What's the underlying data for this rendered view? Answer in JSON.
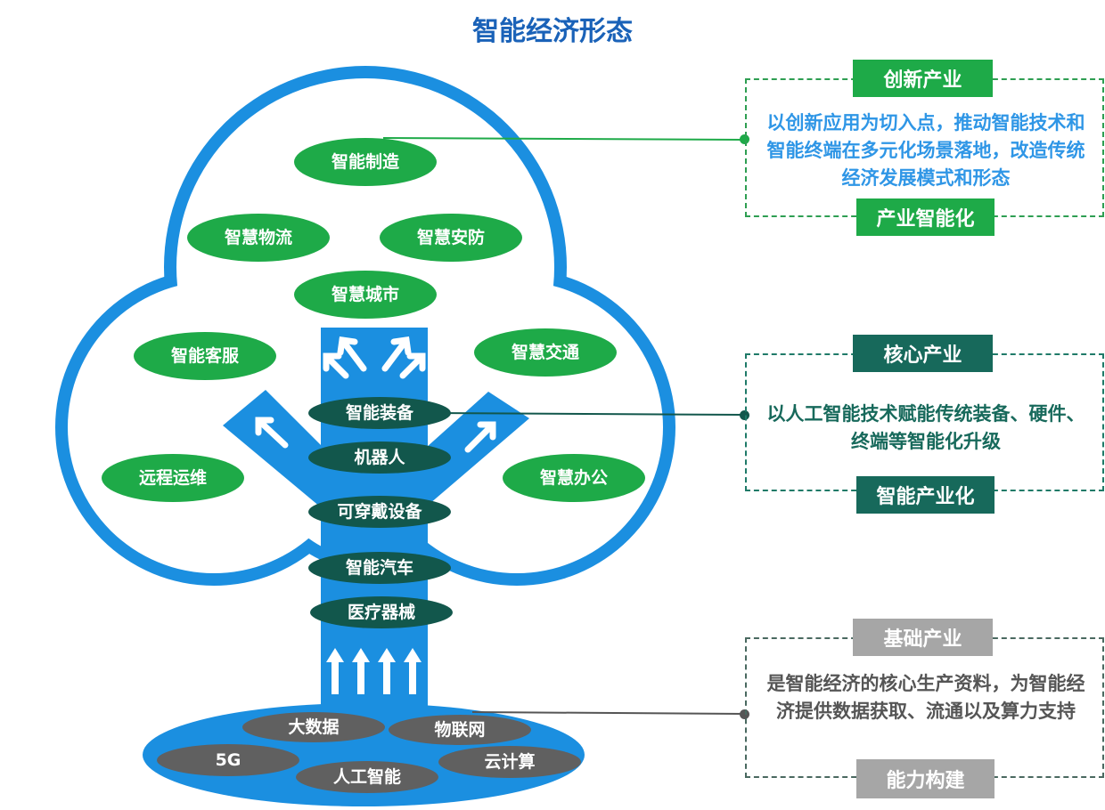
{
  "title": "智能经济形态",
  "colors": {
    "tree_blue": "#1b8fe0",
    "green": "#1eaa48",
    "teal": "#12574c",
    "gray": "#606060",
    "panel_text_blue": "#2f96e6",
    "panel_text_teal": "#17695b",
    "panel_text_gray": "#555555"
  },
  "leaves": [
    "智能制造",
    "智慧物流",
    "智慧安防",
    "智慧城市",
    "智能客服",
    "智慧交通",
    "远程运维",
    "智慧办公"
  ],
  "trunk": [
    "智能装备",
    "机器人",
    "可穿戴设备",
    "智能汽车",
    "医疗器械"
  ],
  "roots": [
    "大数据",
    "物联网",
    "5G",
    "人工智能",
    "云计算"
  ],
  "panels": [
    {
      "top_label": "创新产业",
      "text": "以创新应用为切入点，推动智能技术和智能终端在多元化场景落地，改造传统经济发展模式和形态",
      "bottom_label": "产业智能化"
    },
    {
      "top_label": "核心产业",
      "text": "以人工智能技术赋能传统装备、硬件、终端等智能化升级",
      "bottom_label": "智能产业化"
    },
    {
      "top_label": "基础产业",
      "text": "是智能经济的核心生产资料，为智能经济提供数据获取、流通以及算力支持",
      "bottom_label": "能力构建"
    }
  ]
}
